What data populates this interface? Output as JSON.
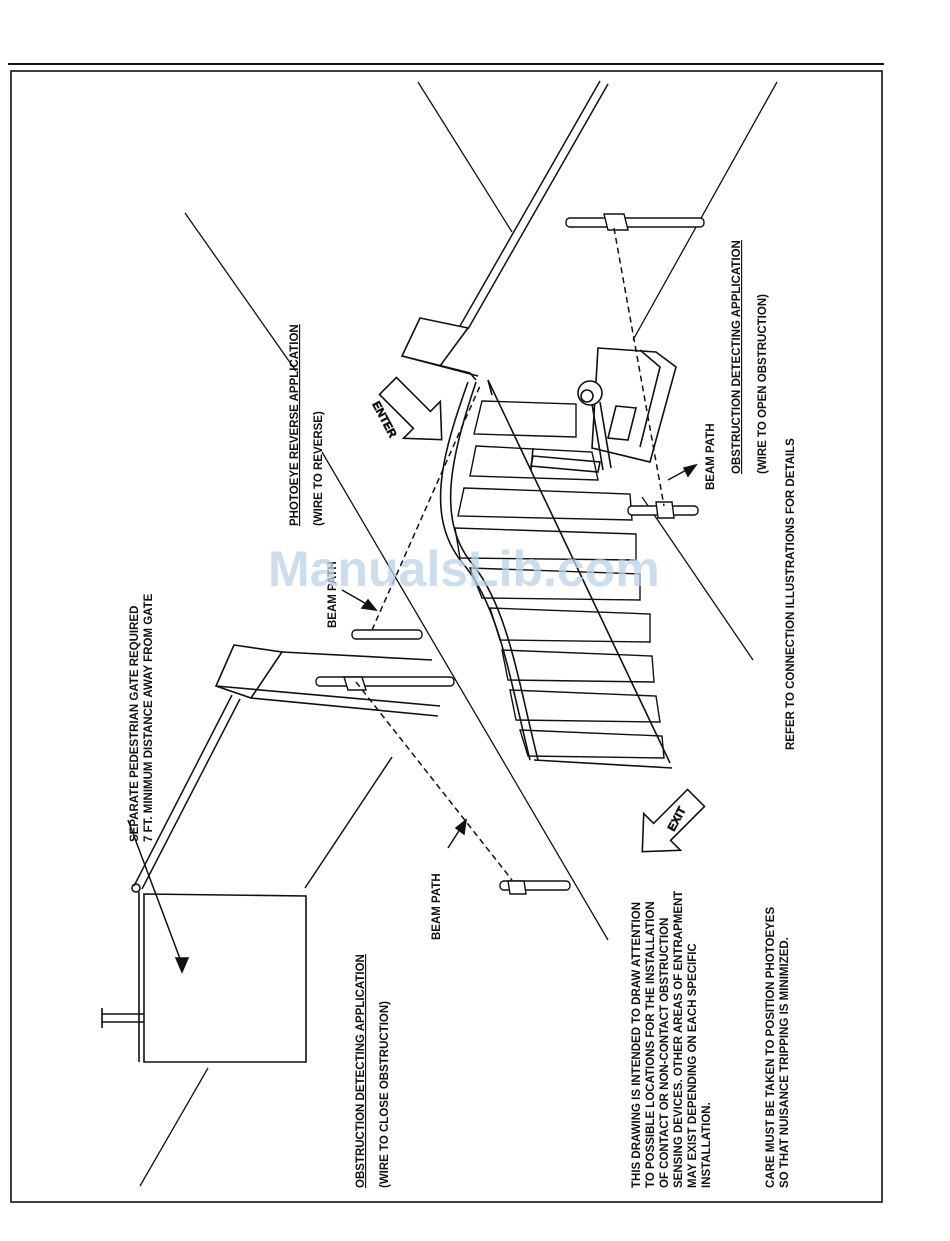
{
  "labels": {
    "pedestrian_gate_line1": "SEPARATE PEDESTRIAN GATE REQUIRED",
    "pedestrian_gate_line2": "7 FT. MINIMUM DISTANCE AWAY FROM GATE",
    "photoeye_reverse_title": "PHOTOEYE REVERSE APPLICATION",
    "photoeye_reverse_sub": "(WIRE TO REVERSE)",
    "obstruction_open_title": "OBSTRUCTION DETECTING APPLICATION",
    "obstruction_open_sub": "(WIRE TO OPEN OBSTRUCTION)",
    "refer_note": "REFER TO CONNECTION ILLUSTRATIONS FOR DETAILS",
    "beam_path_left": "BEAM PATH",
    "beam_path_mid": "BEAM PATH",
    "beam_path_right": "BEAM PATH",
    "enter": "ENTER",
    "exit": "EXIT",
    "obstruction_close_title": "OBSTRUCTION DETECTING APPLICATION",
    "obstruction_close_sub": "(WIRE TO CLOSE OBSTRUCTION)",
    "note_lines": [
      "THIS DRAWING IS INTENDED TO DRAW ATTENTION",
      "TO POSSIBLE LOCATIONS FOR THE INSTALLATION",
      "OF CONTACT OR NON-CONTACT OBSTRUCTION",
      "SENSING DEVICES. OTHER AREAS OF ENTRAPMENT",
      "MAY EXIST DEPENDING ON EACH SPECIFIC",
      "INSTALLATION."
    ],
    "care_lines": [
      "CARE MUST BE TAKEN TO POSITION PHOTOEYES",
      "SO THAT NUISANCE TRIPPING IS MINIMIZED."
    ]
  },
  "watermark": "ManualsLib.com"
}
